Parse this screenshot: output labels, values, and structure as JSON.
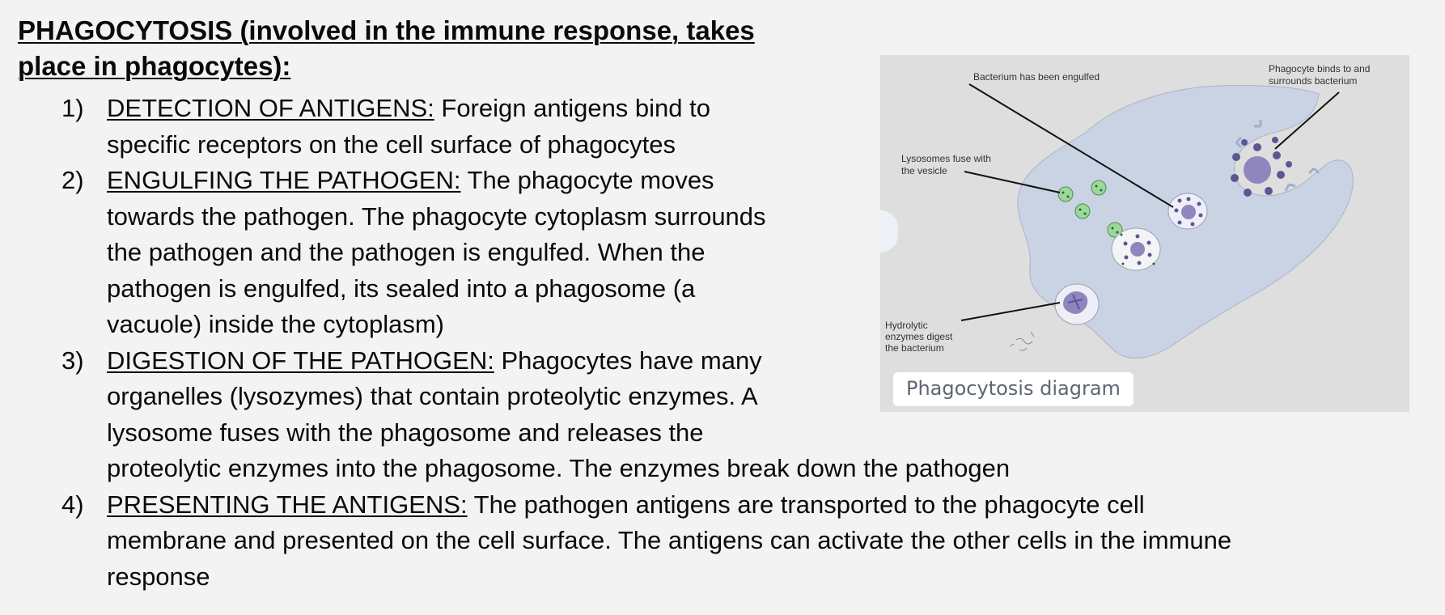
{
  "title_lines": [
    "PHAGOCYTOSIS (involved in the immune response, takes",
    "place in phagocytes):"
  ],
  "steps": [
    {
      "num": "1)",
      "heading": "DETECTION OF ANTIGENS:",
      "lines": [
        " Foreign antigens bind to",
        "specific receptors on the cell surface of phagocytes"
      ]
    },
    {
      "num": "2)",
      "heading": "ENGULFING THE PATHOGEN:",
      "lines": [
        " The phagocyte moves",
        "towards the pathogen. The phagocyte cytoplasm surrounds",
        "the pathogen and the pathogen is engulfed. When the",
        "pathogen is engulfed, its sealed into a phagosome (a",
        "vacuole) inside the cytoplasm)"
      ]
    },
    {
      "num": "3)",
      "heading": "DIGESTION OF THE PATHOGEN:",
      "lines": [
        " Phagocytes have many",
        "organelles (lysozymes) that contain proteolytic enzymes. A",
        "lysosome fuses with the phagosome and releases the",
        "proteolytic enzymes into the phagosome. The enzymes break down the pathogen"
      ]
    },
    {
      "num": "4)",
      "heading": "PRESENTING THE ANTIGENS:",
      "lines": [
        " The pathogen antigens are transported to the phagocyte cell",
        "membrane and presented on the cell surface. The antigens can activate the other cells in the immune",
        "response"
      ]
    }
  ],
  "figure": {
    "labels": {
      "engulfed": "Bacterium has been engulfed",
      "binds_1": "Phagocyte binds to and",
      "binds_2": "surrounds bacterium",
      "fuse_1": "Lysosomes fuse with",
      "fuse_2": "the vesicle",
      "hydro_1": "Hydrolytic",
      "hydro_2": "enzymes digest",
      "hydro_3": "the bacterium"
    },
    "caption": "Phagocytosis diagram",
    "colors": {
      "background": "#dedede",
      "cell": "#c9d3e3",
      "bacterium": "#8f86bd",
      "lysosome": "#9bd89b",
      "caption_text": "#5f6672"
    }
  }
}
